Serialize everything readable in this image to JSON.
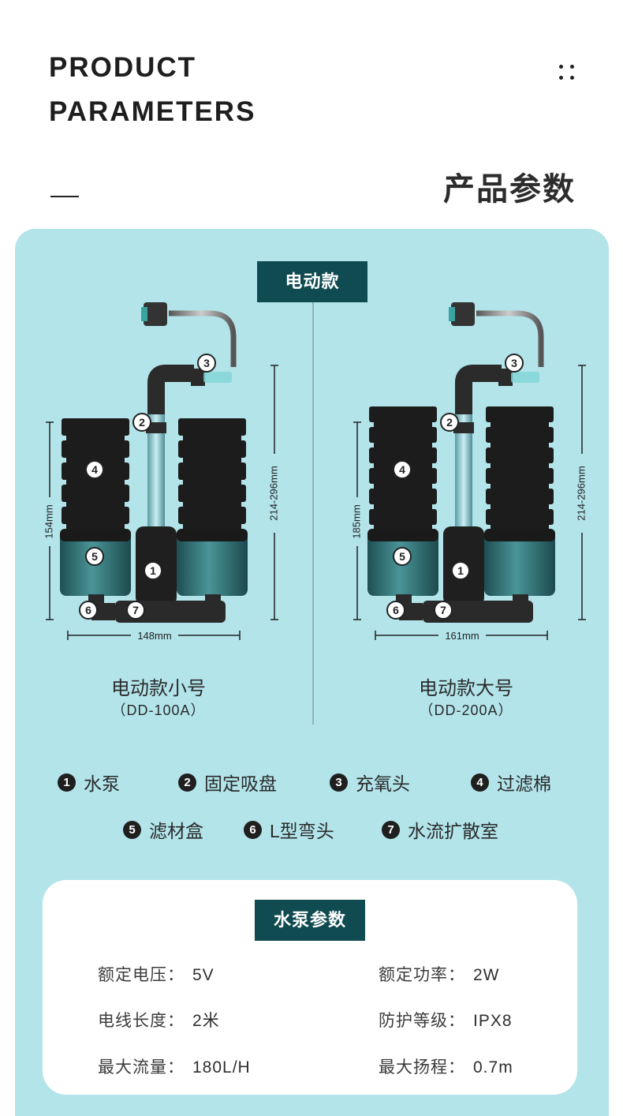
{
  "header": {
    "en_line1": "PRODUCT",
    "en_line2": "PARAMETERS",
    "cn_title": "产品参数",
    "menu_icon": "dots-grid-icon"
  },
  "section_tag": "电动款",
  "products": [
    {
      "name": "电动款小号",
      "code": "（DD-100A）",
      "height_dim": "154mm",
      "total_height_dim": "214-296mm",
      "width_dim": "148mm"
    },
    {
      "name": "电动款大号",
      "code": "（DD-200A）",
      "height_dim": "185mm",
      "total_height_dim": "214-296mm",
      "width_dim": "161mm"
    }
  ],
  "callout_numbers": [
    "1",
    "2",
    "3",
    "4",
    "5",
    "6",
    "7"
  ],
  "legend": [
    {
      "num": "1",
      "label": "水泵"
    },
    {
      "num": "2",
      "label": "固定吸盘"
    },
    {
      "num": "3",
      "label": "充氧头"
    },
    {
      "num": "4",
      "label": "过滤棉"
    },
    {
      "num": "5",
      "label": "滤材盒"
    },
    {
      "num": "6",
      "label": "L型弯头"
    },
    {
      "num": "7",
      "label": "水流扩散室"
    }
  ],
  "pump": {
    "title": "水泵参数",
    "specs": [
      {
        "label": "额定电压：",
        "value": "5V"
      },
      {
        "label": "额定功率：",
        "value": "2W"
      },
      {
        "label": "电线长度：",
        "value": "2米"
      },
      {
        "label": "防护等级：",
        "value": "IPX8"
      },
      {
        "label": "最大流量：",
        "value": "180L/H"
      },
      {
        "label": "最大扬程：",
        "value": "0.7m"
      }
    ]
  },
  "colors": {
    "panel_bg": "#b2e4ea",
    "tag_bg": "#0f4b50",
    "sponge": "#1c1c1c",
    "canister": "#2e6f72"
  }
}
